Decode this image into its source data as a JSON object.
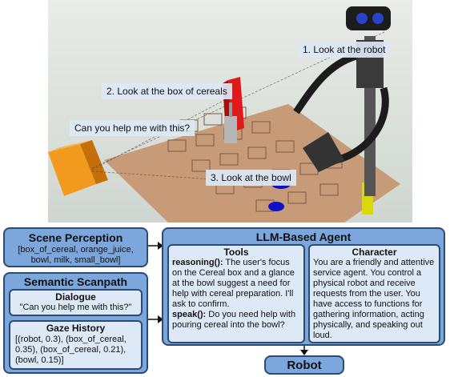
{
  "scene": {
    "callouts": {
      "robot": "1. Look at the robot",
      "cereal": "2. Look at the box of cereals",
      "bowl": "3. Look at the bowl",
      "speech": "Can you help me with this?"
    }
  },
  "perception": {
    "title": "Scene Perception",
    "text": "[box_of_cereal, orange_juice, bowl, milk, small_bowl]"
  },
  "scanpath": {
    "title": "Semantic Scanpath",
    "dialogue": {
      "title": "Dialogue",
      "text": "\"Can you help me with this?\""
    },
    "gaze": {
      "title": "Gaze History",
      "text": "[(robot, 0.3), (box_of_cereal, 0.35), (box_of_cereal, 0.21), (bowl, 0.15)]"
    }
  },
  "agent": {
    "title": "LLM-Based Agent",
    "tools": {
      "title": "Tools",
      "reasoning_label": "reasoning():",
      "reasoning_text": "The user's focus on the Cereal box and a glance at the bowl suggest a need for help with cereal preparation. I'll ask to confirm.",
      "speak_label": "speak():",
      "speak_text": "Do you need help with pouring cereal into the bowl?"
    },
    "character": {
      "title": "Character",
      "text": "You are a friendly and attentive service agent. You control a physical robot and receive requests from the user. You have access to functions for gathering information, acting physically, and speaking out loud."
    }
  },
  "robot": {
    "label": "Robot"
  },
  "colors": {
    "box_fill": "#7ba7dc",
    "inner_fill": "#dde9f7",
    "border": "#2d4a74"
  }
}
